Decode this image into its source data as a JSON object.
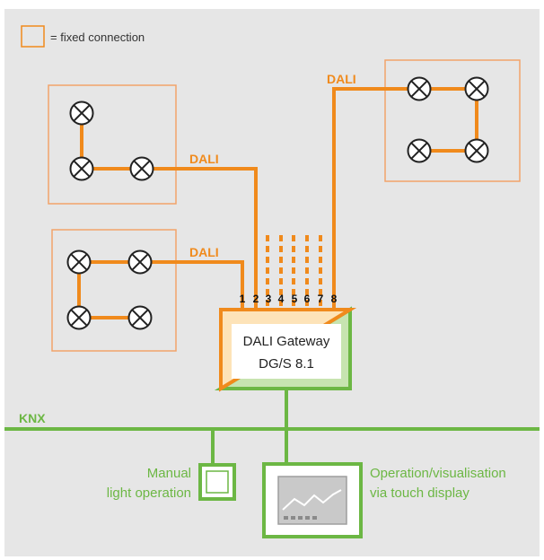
{
  "legend": {
    "label": "= fixed connection"
  },
  "labels": {
    "dali_top": "DALI",
    "dali_middle": "DALI",
    "dali_lower": "DALI",
    "knx": "KNX"
  },
  "gateway": {
    "line1": "DALI Gateway",
    "line2": "DG/S 8.1",
    "channels": [
      "1",
      "2",
      "3",
      "4",
      "5",
      "6",
      "7",
      "8"
    ]
  },
  "devices": {
    "manual_line1": "Manual",
    "manual_line2": "light operation",
    "touch_line1": "Operation/visualisation",
    "touch_line2": "via touch display"
  },
  "colors": {
    "background": "#e6e6e6",
    "dali": "#f08a1c",
    "knx": "#6cb744",
    "gateway_fill": "#fde3b8",
    "gateway_shadow": "#c7e4b0"
  }
}
